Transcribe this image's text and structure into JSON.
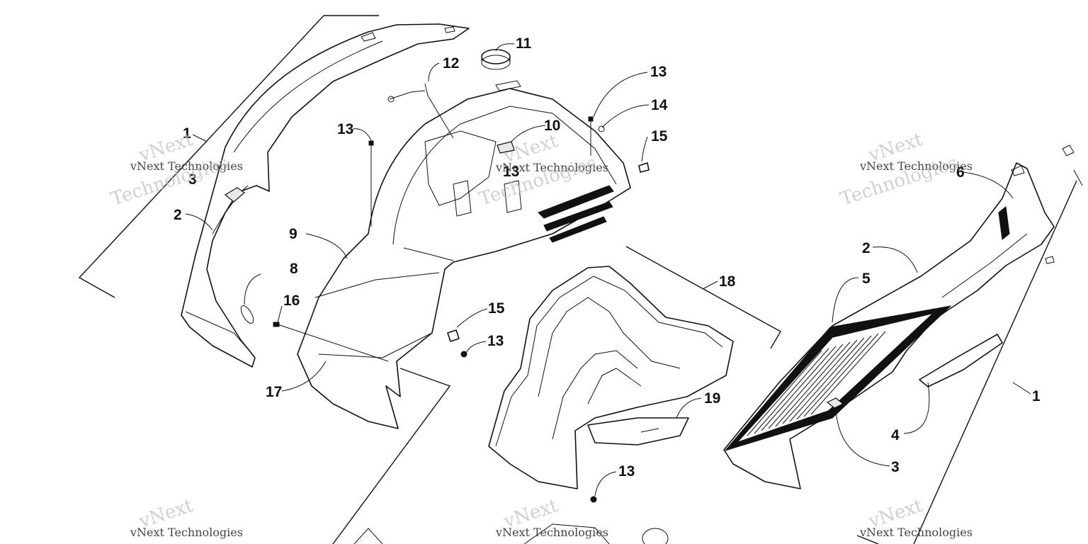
{
  "diagram": {
    "callouts": [
      {
        "id": "c1-left",
        "text": "1"
      },
      {
        "id": "c2-left",
        "text": "2"
      },
      {
        "id": "c3-left",
        "text": "3"
      },
      {
        "id": "c8",
        "text": "8"
      },
      {
        "id": "c9",
        "text": "9"
      },
      {
        "id": "c16",
        "text": "16"
      },
      {
        "id": "c17",
        "text": "17"
      },
      {
        "id": "c12",
        "text": "12"
      },
      {
        "id": "c11",
        "text": "11"
      },
      {
        "id": "c13-a",
        "text": "13"
      },
      {
        "id": "c13-b",
        "text": "13"
      },
      {
        "id": "c13-c",
        "text": "13"
      },
      {
        "id": "c13-d",
        "text": "13"
      },
      {
        "id": "c13-e",
        "text": "13"
      },
      {
        "id": "c10",
        "text": "10"
      },
      {
        "id": "c14",
        "text": "14"
      },
      {
        "id": "c15-a",
        "text": "15"
      },
      {
        "id": "c15-b",
        "text": "15"
      },
      {
        "id": "c18",
        "text": "18"
      },
      {
        "id": "c19",
        "text": "19"
      },
      {
        "id": "c6",
        "text": "6"
      },
      {
        "id": "c2-right",
        "text": "2"
      },
      {
        "id": "c5",
        "text": "5"
      },
      {
        "id": "c1-right",
        "text": "1"
      },
      {
        "id": "c4",
        "text": "4"
      },
      {
        "id": "c3-right",
        "text": "3"
      }
    ],
    "watermarks": [
      {
        "top": "vNext",
        "mid": "vNext Technologies",
        "bottom": "Technologies"
      }
    ]
  }
}
